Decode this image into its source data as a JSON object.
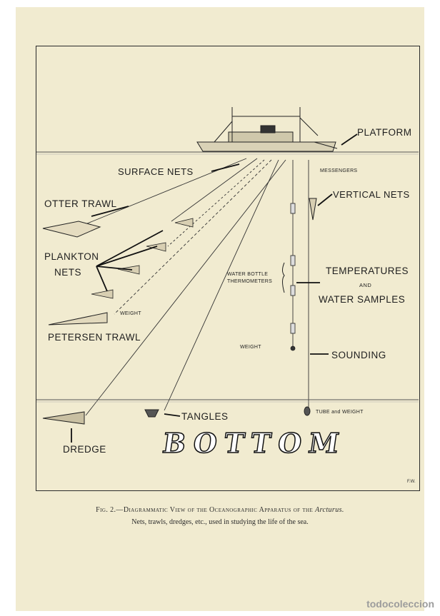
{
  "labels": {
    "platform": "PLATFORM",
    "surface_nets": "SURFACE NETS",
    "messengers": "MESSENGERS",
    "vertical_nets": "VERTICAL NETS",
    "otter_trawl": "OTTER TRAWL",
    "plankton": "PLANKTON",
    "nets": "NETS",
    "temperatures": "TEMPERATURES",
    "and": "AND",
    "water_samples": "WATER SAMPLES",
    "water_bottle": "WATER BOTTLE",
    "thermometers": "THERMOMETERS",
    "weight_small": "WEIGHT",
    "petersen_trawl": "PETERSEN TRAWL",
    "weight_mid": "WEIGHT",
    "sounding": "SOUNDING",
    "tangles": "TANGLES",
    "tube_weight": "TUBE and WEIGHT",
    "dredge": "DREDGE",
    "bottom": "BOTTOM",
    "initials": "F.W."
  },
  "caption": {
    "line1_prefix": "Fig. 2.—Diagrammatic View of the Oceanographic Apparatus of the ",
    "line1_italic": "Arcturus.",
    "line2": "Nets, trawls, dredges, etc., used in studying the life of the sea."
  },
  "watermark": "todocoleccion",
  "colors": {
    "paper": "#f1ebd0",
    "ink": "#1e1e1e",
    "watermark": "#9c9c9c"
  }
}
